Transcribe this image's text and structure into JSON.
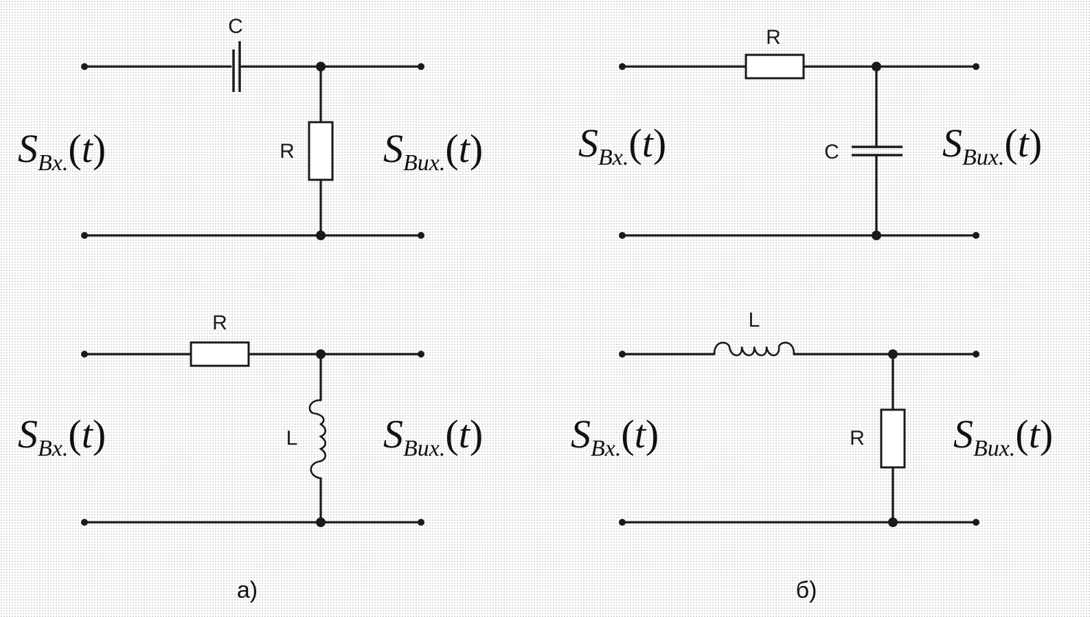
{
  "circuits": [
    {
      "id": "a-top",
      "components": {
        "series": "C",
        "shunt": "R"
      },
      "input_signal": {
        "symbol": "S",
        "subscript": "Bx.",
        "argument": "t"
      },
      "output_signal": {
        "symbol": "S",
        "subscript": "Bux.",
        "argument": "t"
      }
    },
    {
      "id": "b-top",
      "components": {
        "series": "R",
        "shunt": "C"
      },
      "input_signal": {
        "symbol": "S",
        "subscript": "Bx.",
        "argument": "t"
      },
      "output_signal": {
        "symbol": "S",
        "subscript": "Bux.",
        "argument": "t"
      }
    },
    {
      "id": "a-bottom",
      "components": {
        "series": "R",
        "shunt": "L"
      },
      "input_signal": {
        "symbol": "S",
        "subscript": "Bx.",
        "argument": "t"
      },
      "output_signal": {
        "symbol": "S",
        "subscript": "Bux.",
        "argument": "t"
      }
    },
    {
      "id": "b-bottom",
      "components": {
        "series": "L",
        "shunt": "R"
      },
      "input_signal": {
        "symbol": "S",
        "subscript": "Bx.",
        "argument": "t"
      },
      "output_signal": {
        "symbol": "S",
        "subscript": "Bux.",
        "argument": "t"
      }
    }
  ],
  "captions": {
    "left": "a)",
    "right": "б)"
  }
}
